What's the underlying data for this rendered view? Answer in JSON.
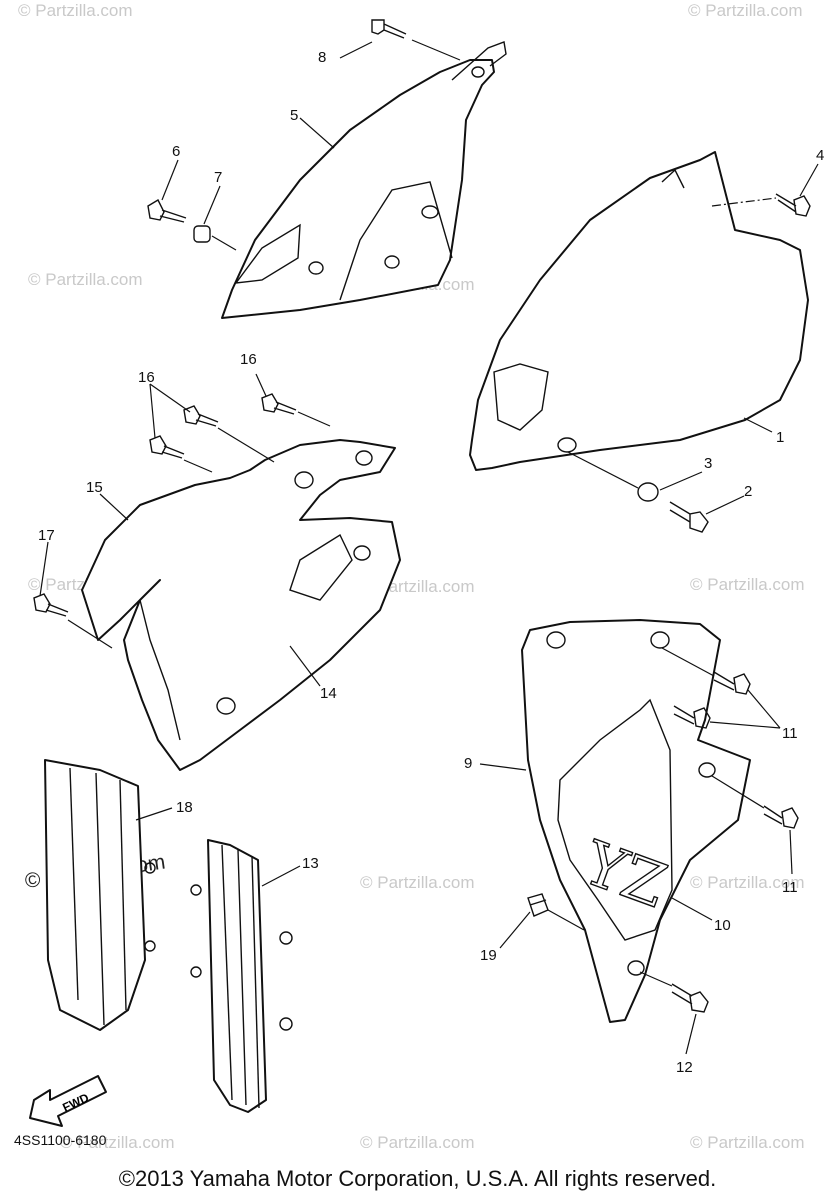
{
  "diagram": {
    "code": "4SS1100-6180",
    "copyright": "©2013 Yamaha Motor Corporation, U.S.A. All rights reserved.",
    "fwd_label": "FWD",
    "watermark": "© Partzilla.com",
    "callouts": {
      "c1": "1",
      "c2": "2",
      "c3": "3",
      "c4": "4",
      "c5": "5",
      "c6": "6",
      "c7": "7",
      "c8": "8",
      "c9": "9",
      "c10": "10",
      "c11a": "11",
      "c11b": "11",
      "c12": "12",
      "c13": "13",
      "c14": "14",
      "c15": "15",
      "c16a": "16",
      "c16b": "16",
      "c17": "17",
      "c18": "18",
      "c19": "19"
    }
  }
}
